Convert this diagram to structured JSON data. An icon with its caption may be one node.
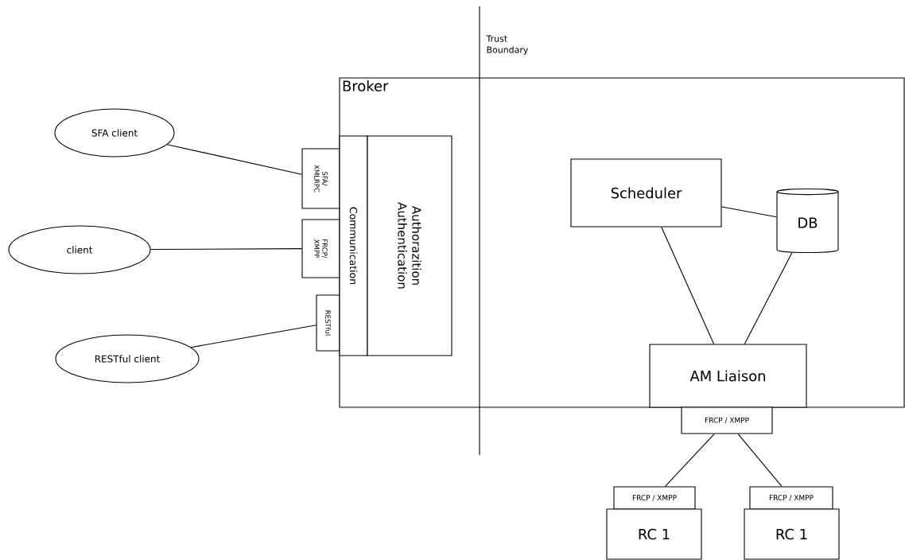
{
  "diagram": {
    "nodes": [
      {
        "text": [
          "Broker"
        ]
      },
      {
        "text": [
          "SFA client"
        ]
      },
      {
        "text": [
          "client"
        ]
      },
      {
        "text": [
          "RESTful client"
        ]
      },
      {
        "text": [
          "SFA/ XMLRPC"
        ]
      },
      {
        "text": [
          "FRCP/ XMPP"
        ]
      },
      {
        "text": [
          "RESTful"
        ]
      },
      {
        "text": [
          "Communication"
        ],
        "in": 0
      },
      {
        "text": [
          "Authorazition Authentication"
        ],
        "in": 0
      },
      {
        "text": [
          "Scheduler"
        ],
        "in": 0
      },
      {
        "text": [
          "DB"
        ],
        "in": 0
      },
      {
        "text": [
          "AM Liaison"
        ],
        "in": 0
      },
      {
        "text": [
          "FRCP / XMPP"
        ]
      },
      {
        "text": [
          "FRCP / XMPP"
        ]
      },
      {
        "text": [
          "RC 1"
        ]
      },
      {
        "text": [
          "FRCP / XMPP"
        ]
      },
      {
        "text": [
          "RC 1"
        ]
      }
    ],
    "edges": [
      {
        "from": 1,
        "to": 4,
        "arrow": "none"
      },
      {
        "from": 2,
        "to": 5,
        "arrow": "none"
      },
      {
        "from": 3,
        "to": 6,
        "arrow": "none"
      },
      {
        "from": 9,
        "to": 10,
        "arrow": "none"
      },
      {
        "from": 9,
        "to": 11,
        "arrow": "none"
      },
      {
        "from": 10,
        "to": 11,
        "arrow": "none"
      },
      {
        "from": 12,
        "to": 13,
        "arrow": "none"
      },
      {
        "from": 12,
        "to": 15,
        "arrow": "none"
      }
    ],
    "labels": [
      "Trust Boundary"
    ]
  }
}
